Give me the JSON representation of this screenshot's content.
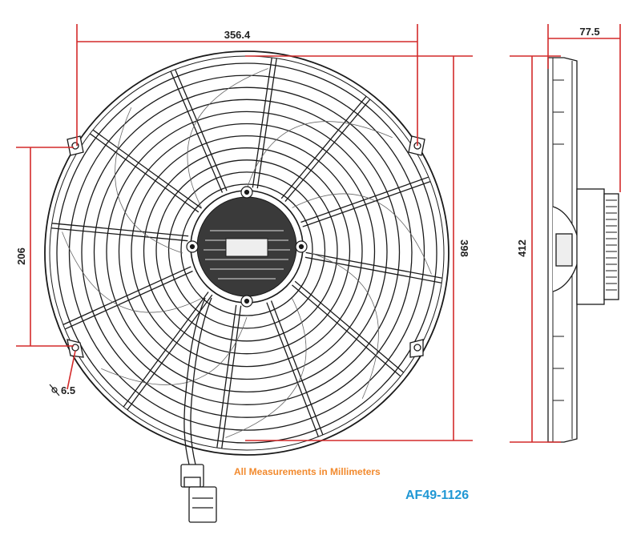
{
  "drawing": {
    "dimensions": {
      "overall_width": "356.4",
      "depth": "77.5",
      "mount_spacing": "206",
      "frame_height": "398",
      "overall_height": "412",
      "hole_diameter": "6.5"
    },
    "note": "All Measurements in Millimeters",
    "model": "AF49-1126",
    "colors": {
      "dimension_line": "#d42a2a",
      "drawing_line": "#1a1a1a",
      "note_text": "#f28a2e",
      "model_text": "#1f97d4"
    }
  }
}
